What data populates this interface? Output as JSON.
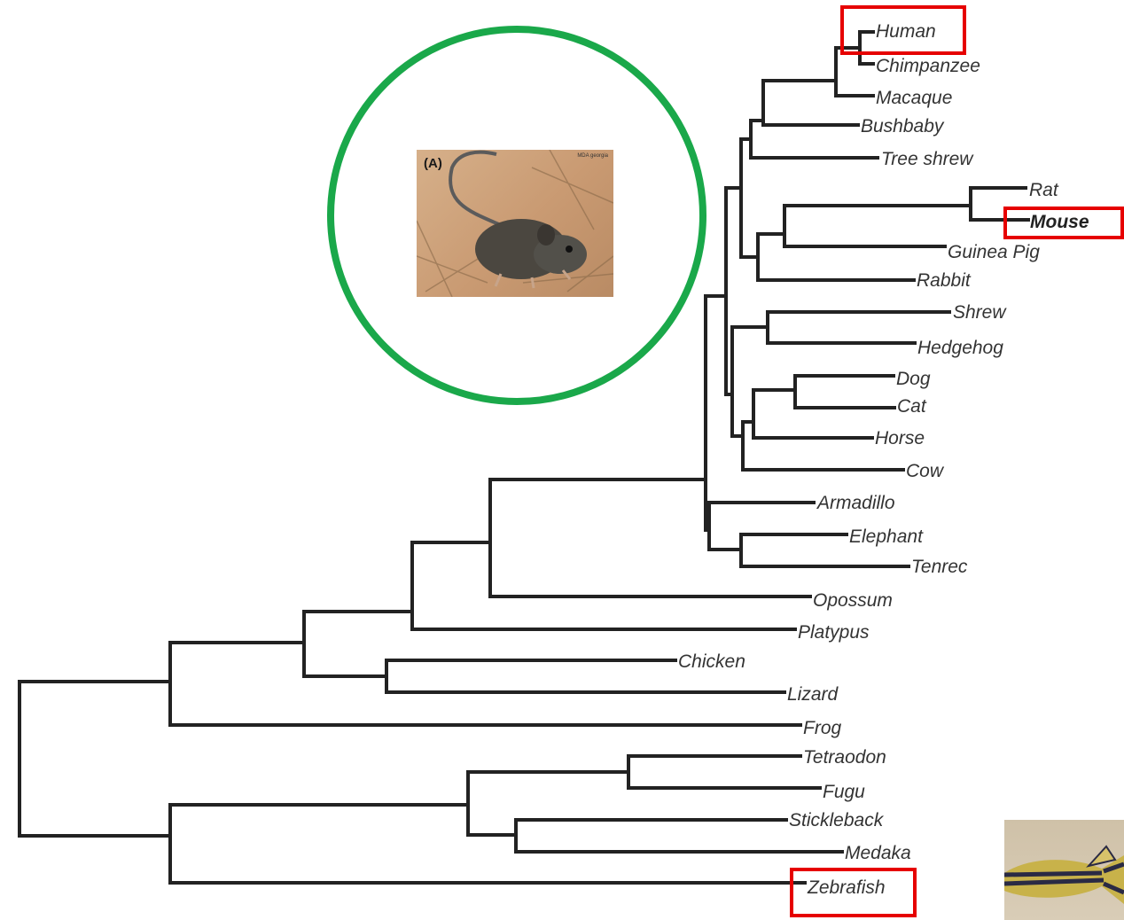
{
  "tree": {
    "taxa": [
      {
        "id": "human",
        "label": "Human",
        "highlighted": true
      },
      {
        "id": "chimpanzee",
        "label": "Chimpanzee"
      },
      {
        "id": "macaque",
        "label": "Macaque"
      },
      {
        "id": "bushbaby",
        "label": "Bushbaby"
      },
      {
        "id": "tree-shrew",
        "label": "Tree shrew"
      },
      {
        "id": "rat",
        "label": "Rat"
      },
      {
        "id": "mouse",
        "label": "Mouse",
        "highlighted": true,
        "bold": true
      },
      {
        "id": "guinea-pig",
        "label": "Guinea Pig"
      },
      {
        "id": "rabbit",
        "label": "Rabbit"
      },
      {
        "id": "shrew",
        "label": "Shrew"
      },
      {
        "id": "hedgehog",
        "label": "Hedgehog"
      },
      {
        "id": "dog",
        "label": "Dog"
      },
      {
        "id": "cat",
        "label": "Cat"
      },
      {
        "id": "horse",
        "label": "Horse"
      },
      {
        "id": "cow",
        "label": "Cow"
      },
      {
        "id": "armadillo",
        "label": "Armadillo"
      },
      {
        "id": "elephant",
        "label": "Elephant"
      },
      {
        "id": "tenrec",
        "label": "Tenrec"
      },
      {
        "id": "opossum",
        "label": "Opossum"
      },
      {
        "id": "platypus",
        "label": "Platypus"
      },
      {
        "id": "chicken",
        "label": "Chicken"
      },
      {
        "id": "lizard",
        "label": "Lizard"
      },
      {
        "id": "frog",
        "label": "Frog"
      },
      {
        "id": "tetraodon",
        "label": "Tetraodon"
      },
      {
        "id": "fugu",
        "label": "Fugu"
      },
      {
        "id": "stickleback",
        "label": "Stickleback"
      },
      {
        "id": "medaka",
        "label": "Medaka"
      },
      {
        "id": "zebrafish",
        "label": "Zebrafish",
        "highlighted": true
      }
    ]
  },
  "photo_a": {
    "tag": "(A)",
    "credit": "MDA georgia"
  },
  "photo_b": {
    "subject": "zebrafish"
  },
  "colors": {
    "line": "#222222",
    "highlight_box": "#e60000",
    "circle": "#1aa84a"
  }
}
